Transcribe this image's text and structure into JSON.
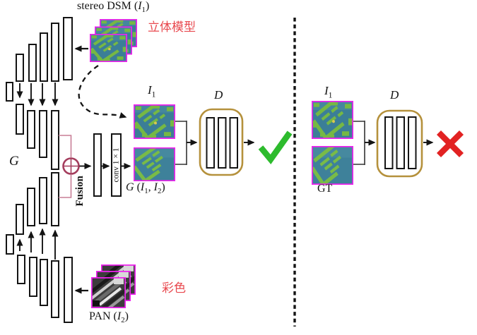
{
  "generator": {
    "label": "G",
    "fusion_label": "Fusion",
    "conv_label": "conv 1 × 1"
  },
  "inputs": {
    "stereo_dsm": {
      "pre": "stereo DSM (",
      "var": "I",
      "sub": "1",
      "post": ")",
      "annotation_cn": "立体模型"
    },
    "pan": {
      "pre": "PAN (",
      "var": "I",
      "sub": "2",
      "post": ")",
      "annotation_cn": "彩色"
    }
  },
  "fake_branch": {
    "i1": {
      "var": "I",
      "sub": "1"
    },
    "d_label": "D",
    "gout": {
      "g": "G",
      "open": " (",
      "var": "I",
      "sub1": "1",
      "sep": ", ",
      "sub2": "2",
      "close": ")"
    },
    "verdict_icon": "checkmark"
  },
  "real_branch": {
    "i1": {
      "var": "I",
      "sub": "1"
    },
    "d_label": "D",
    "gt_label": "GT",
    "verdict_icon": "cross"
  },
  "colors": {
    "image_border_magenta": "#ee22ee",
    "d_box_border_tan": "#b5913c",
    "check_green": "#2dbb2d",
    "cross_red": "#e22222",
    "fusion_maroon": "#a53e5e",
    "fusion_link_pink": "#c87e96",
    "cn_text_red": "#e8484e",
    "bar_stroke": "#141414"
  }
}
